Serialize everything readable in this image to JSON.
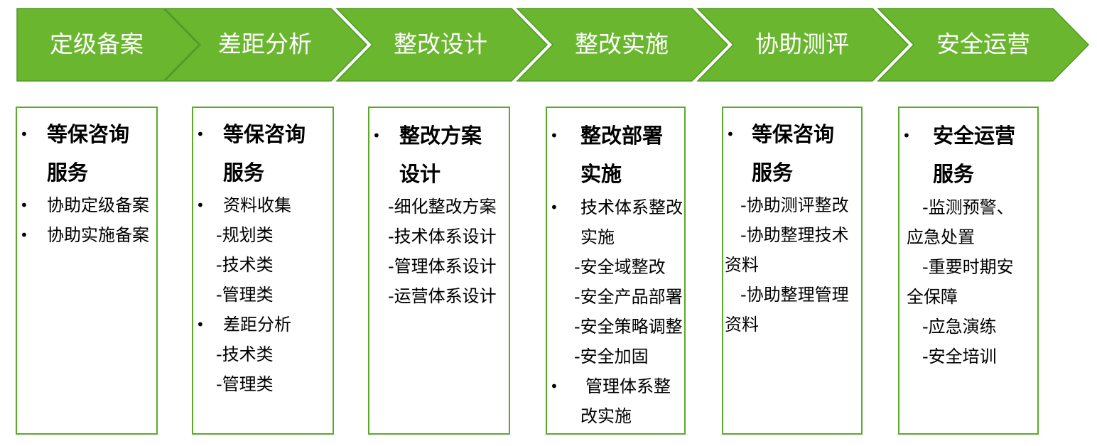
{
  "colors": {
    "chevron_fill": "#6ab72f",
    "chevron_stroke": "#4e9a23",
    "chevron_text": "#ffffff",
    "box_border": "#5aaa2a"
  },
  "stages": [
    {
      "label": "定级备案"
    },
    {
      "label": "差距分析"
    },
    {
      "label": "整改设计"
    },
    {
      "label": "整改实施"
    },
    {
      "label": "协助测评"
    },
    {
      "label": "安全运营"
    }
  ],
  "bullet": "•",
  "boxes": [
    {
      "heading": [
        "等保咨询",
        "服务"
      ],
      "items": [
        "协助定级备案",
        "协助实施备案"
      ]
    },
    {
      "heading": [
        "等保咨询",
        "服务"
      ],
      "items": [
        "资料收集",
        "-规划类",
        "-技术类",
        "-管理类",
        "差距分析",
        "-技术类",
        "-管理类"
      ]
    },
    {
      "heading": [
        "整改方案",
        "设计"
      ],
      "items": [
        "-细化整改方案",
        "-技术体系设计",
        "-管理体系设计",
        "-运营体系设计"
      ]
    },
    {
      "heading": [
        "整改部署",
        "实施"
      ],
      "items": [
        "技术体系整改",
        "实施",
        "-安全域整改",
        "-安全产品部署",
        "-安全策略调整",
        "-安全加固",
        "管理体系整",
        "改实施"
      ]
    },
    {
      "heading": [
        "等保咨询",
        "服务"
      ],
      "items": [
        "-协助测评整改",
        "-协助整理技术",
        "资料",
        "-协助整理管理",
        "资料"
      ]
    },
    {
      "heading": [
        "安全运营",
        "服务"
      ],
      "items": [
        "-监测预警、",
        "应急处置",
        "-重要时期安",
        "全保障",
        "-应急演练",
        "-安全培训"
      ]
    }
  ]
}
